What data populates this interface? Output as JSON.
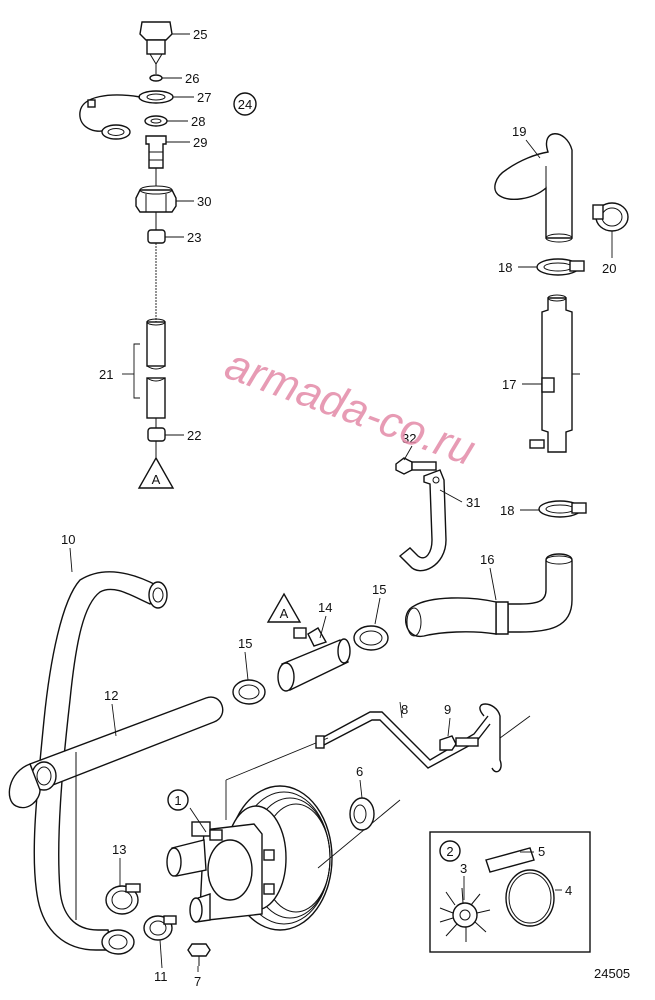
{
  "callouts": [
    {
      "id": "25",
      "text": "25"
    },
    {
      "id": "26",
      "text": "26"
    },
    {
      "id": "27",
      "text": "27"
    },
    {
      "id": "28",
      "text": "28"
    },
    {
      "id": "29",
      "text": "29"
    },
    {
      "id": "30",
      "text": "30"
    },
    {
      "id": "23",
      "text": "23"
    },
    {
      "id": "21",
      "text": "21"
    },
    {
      "id": "22",
      "text": "22"
    },
    {
      "id": "19",
      "text": "19"
    },
    {
      "id": "20",
      "text": "20"
    },
    {
      "id": "18a",
      "text": "18"
    },
    {
      "id": "17",
      "text": "17"
    },
    {
      "id": "18b",
      "text": "18"
    },
    {
      "id": "32",
      "text": "32"
    },
    {
      "id": "31",
      "text": "31"
    },
    {
      "id": "16",
      "text": "16"
    },
    {
      "id": "15a",
      "text": "15"
    },
    {
      "id": "14",
      "text": "14"
    },
    {
      "id": "15b",
      "text": "15"
    },
    {
      "id": "10",
      "text": "10"
    },
    {
      "id": "12",
      "text": "12"
    },
    {
      "id": "9",
      "text": "9"
    },
    {
      "id": "8",
      "text": "8"
    },
    {
      "id": "6",
      "text": "6"
    },
    {
      "id": "13",
      "text": "13"
    },
    {
      "id": "11",
      "text": "11"
    },
    {
      "id": "7",
      "text": "7"
    },
    {
      "id": "5",
      "text": "5"
    },
    {
      "id": "3",
      "text": "3"
    },
    {
      "id": "4",
      "text": "4"
    }
  ],
  "circled": [
    {
      "id": "24",
      "text": "24"
    },
    {
      "id": "1",
      "text": "1"
    },
    {
      "id": "2",
      "text": "2"
    }
  ],
  "triangles": [
    {
      "id": "A_top",
      "text": "A"
    },
    {
      "id": "A_bottom",
      "text": "A"
    }
  ],
  "drawing_number": "24505",
  "watermark": "armada-co.ru"
}
